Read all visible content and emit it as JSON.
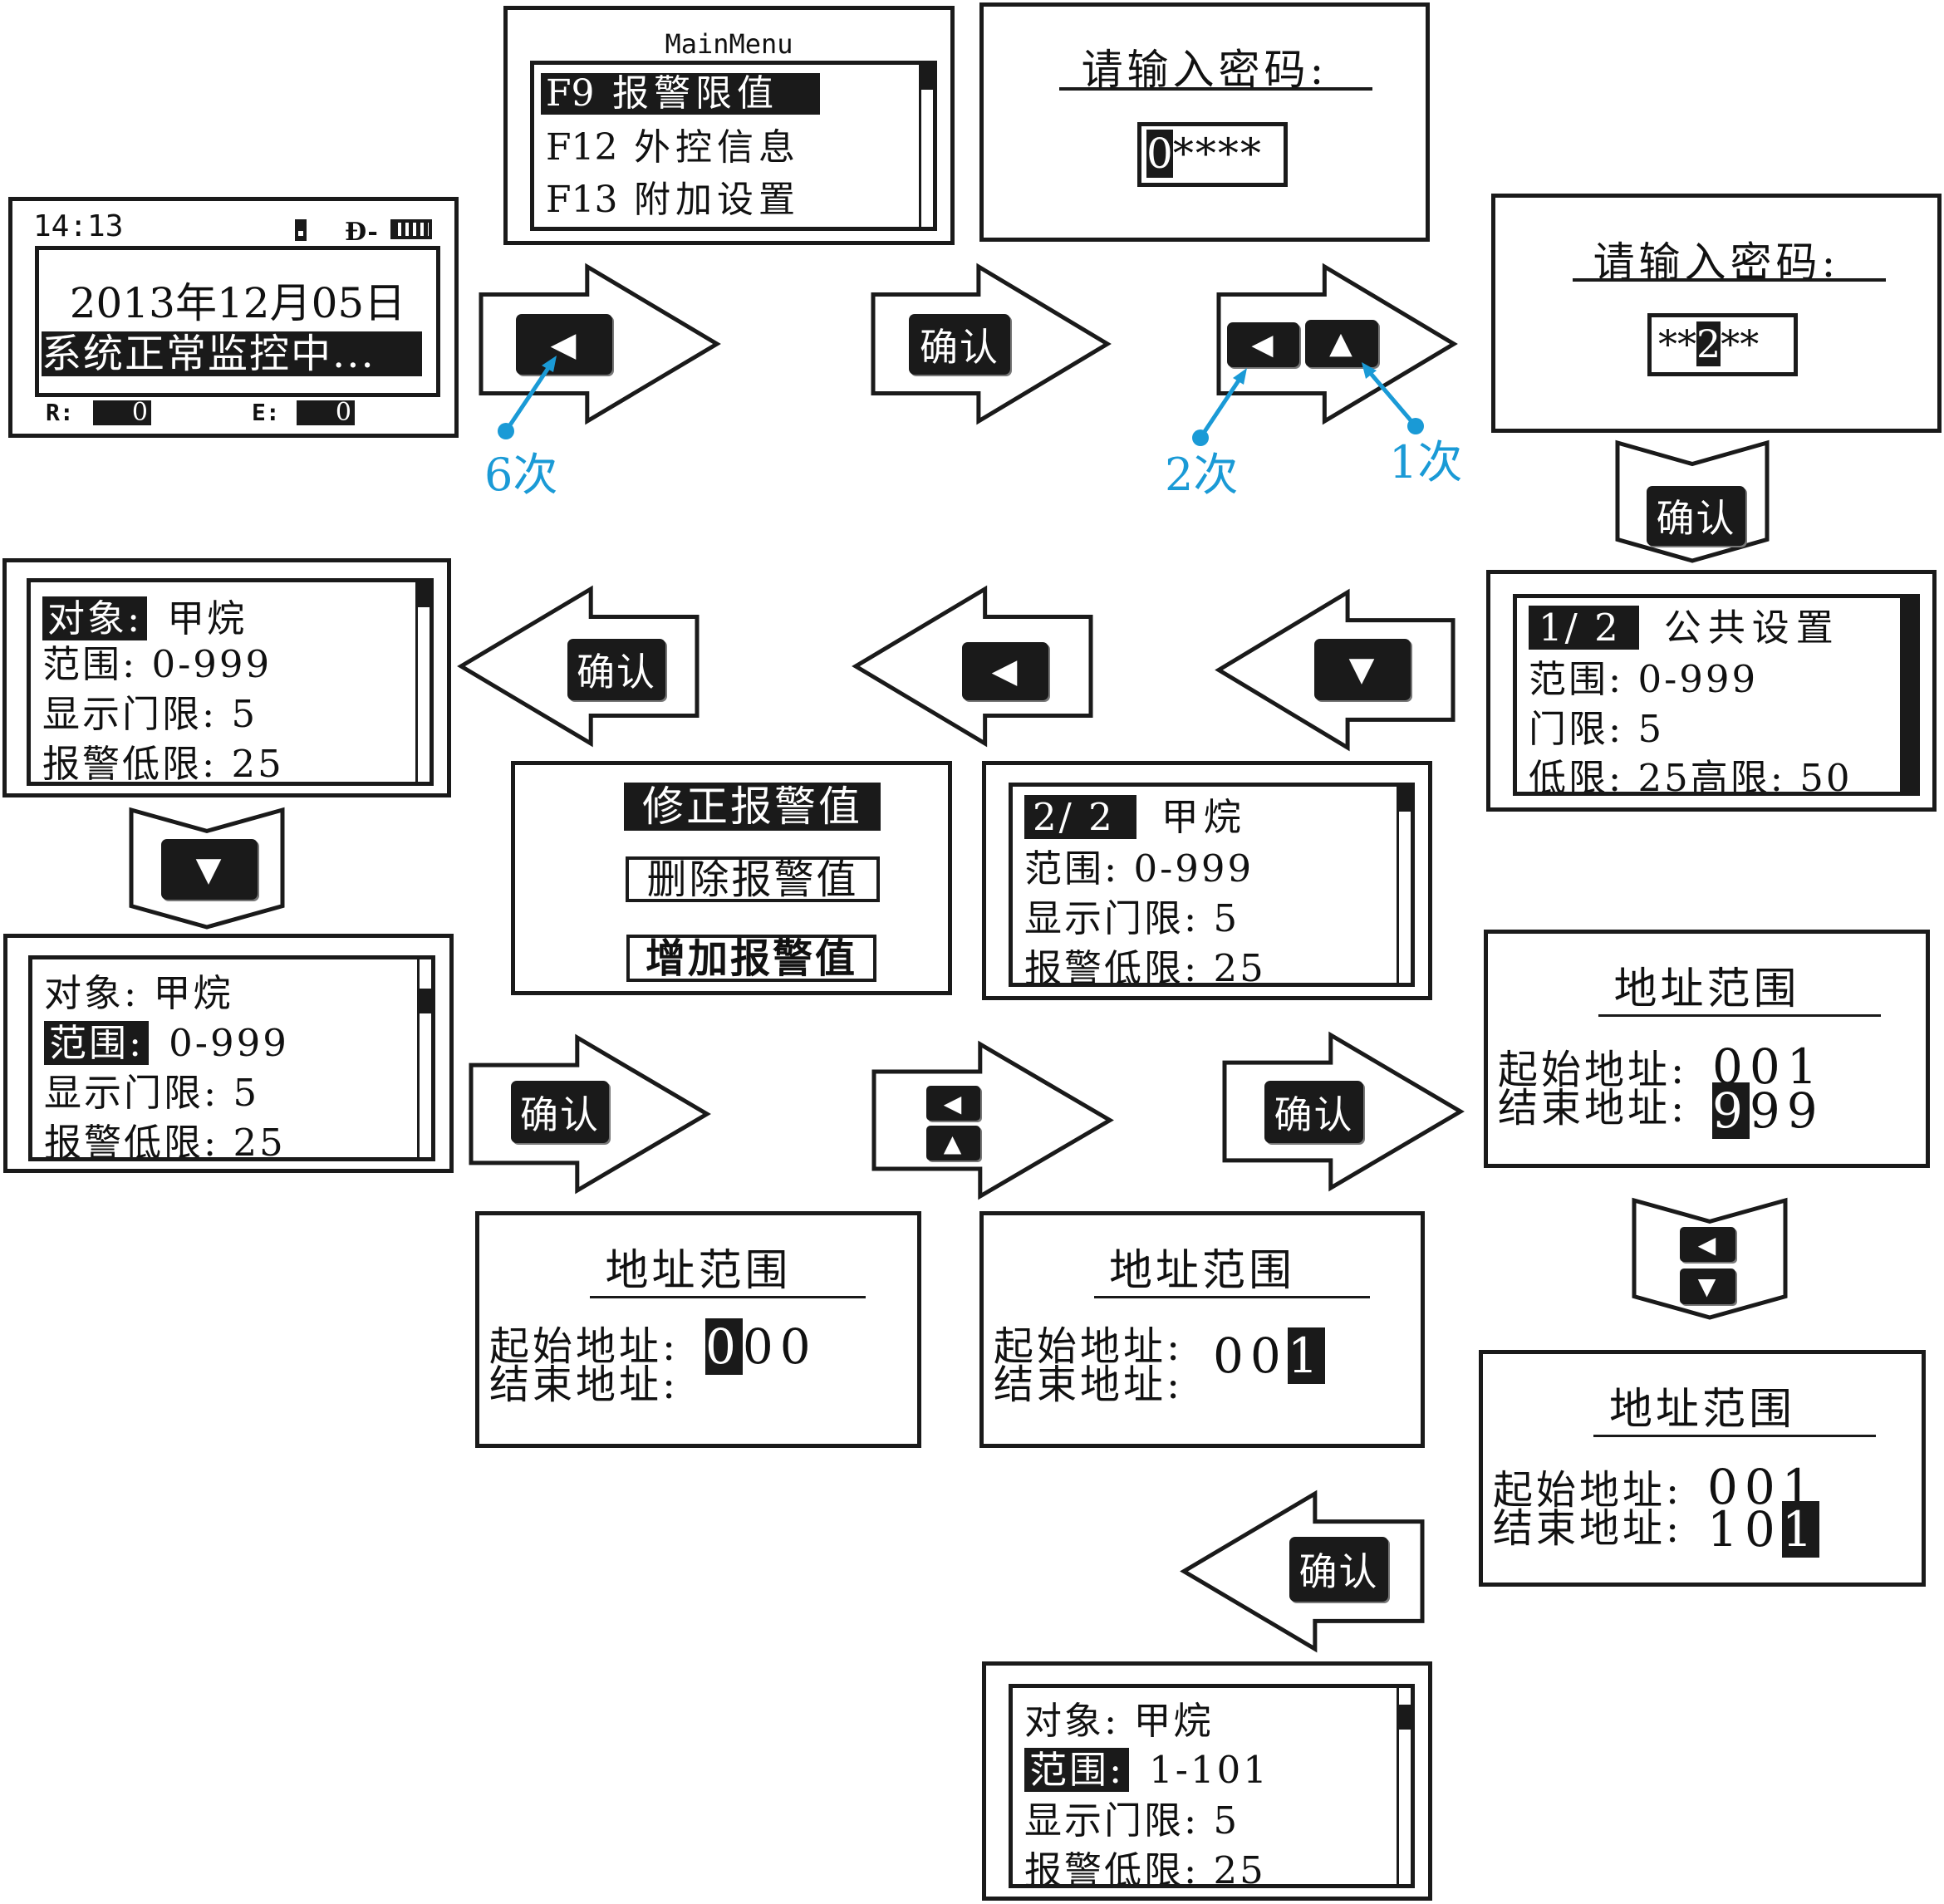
{
  "home": {
    "time": "14:13",
    "date": "2013年12月05日",
    "status": "系统正常监控中...",
    "r_label": "R:",
    "r_value": "0",
    "e_label": "E:",
    "e_value": "0"
  },
  "main_menu": {
    "title": "MainMenu",
    "items": [
      {
        "key": "F9",
        "label": "报警限值"
      },
      {
        "key": "F12",
        "label": "外控信息"
      },
      {
        "key": "F13",
        "label": "附加设置"
      }
    ]
  },
  "password1": {
    "title": "请输入密码:",
    "cursor": "0",
    "rest": "****"
  },
  "password2": {
    "title": "请输入密码:",
    "before": "**",
    "cursor": "2",
    "after": "**"
  },
  "common_settings": {
    "page": "1/ 2",
    "title": "公共设置",
    "lines": [
      "范围: 0-999",
      "门限: 5",
      "低限: 25高限: 50"
    ]
  },
  "gas_page2": {
    "page": "2/ 2",
    "title": "甲烷",
    "lines": [
      "范围: 0-999",
      "显示门限: 5",
      "报警低限: 25"
    ]
  },
  "alarm_menu": {
    "items": [
      "修正报警值",
      "删除报警值",
      "增加报警值"
    ]
  },
  "object_screen1": {
    "label": "对象:",
    "value": "甲烷",
    "lines": [
      "范围: 0-999",
      "显示门限: 5",
      "报警低限: 25"
    ]
  },
  "object_screen2": {
    "line1": "对象: 甲烷",
    "label": "范围:",
    "value": "0-999",
    "lines": [
      "显示门限: 5",
      "报警低限: 25"
    ]
  },
  "object_screen3": {
    "line1": "对象: 甲烷",
    "label": "范围:",
    "value": "1-101",
    "lines": [
      "显示门限: 5",
      "报警低限: 25"
    ]
  },
  "address": {
    "title": "地址范围",
    "start_label": "起始地址:",
    "end_label": "结束地址:",
    "screen_a": {
      "start_cursor": "0",
      "start_rest": "00"
    },
    "screen_b": {
      "start_before": "00",
      "start_cursor": "1"
    },
    "screen_c": {
      "start": "001",
      "end_cursor": "9",
      "end_rest": "99"
    },
    "screen_d": {
      "start": "001",
      "end_before": "10",
      "end_cursor": "1"
    }
  },
  "keys": {
    "confirm": "确认",
    "left": "◀",
    "up": "▲",
    "down": "▼"
  },
  "annotations": {
    "left_6": "6次",
    "left_2": "2次",
    "up_1": "1次"
  },
  "colors": {
    "annotation": "#1a9ad6",
    "ink": "#1a1a1a"
  }
}
